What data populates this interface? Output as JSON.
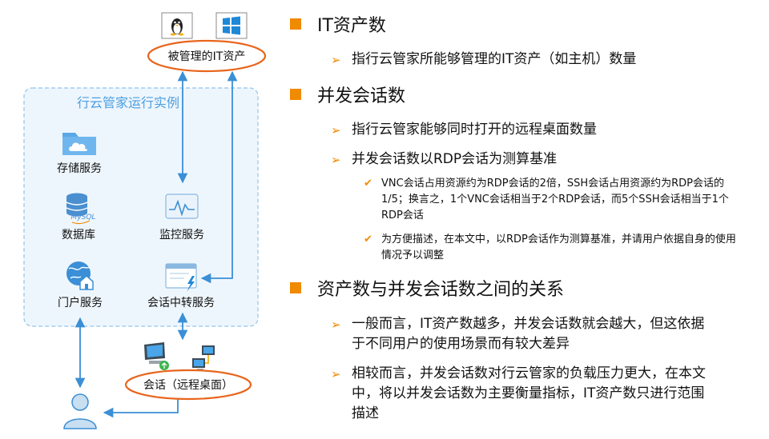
{
  "diagram": {
    "managed_assets_label": "被管理的IT资产",
    "instance_title": "行云管家运行实例",
    "storage_label": "存储服务",
    "database_label": "数据库",
    "mysql_badge": "MySQL",
    "monitor_label": "监控服务",
    "portal_label": "门户服务",
    "relay_label": "会话中转服务",
    "session_label": "会话（远程桌面）",
    "os_icons": [
      "linux-icon",
      "windows-icon"
    ],
    "colors": {
      "accent": "#f08a00",
      "ellipse": "#e8651c",
      "blue": "#3a8fd6",
      "instance_bg": "#eef6fd",
      "instance_border": "#93c4ea",
      "instance_title": "#4b9fe0"
    }
  },
  "sections": [
    {
      "heading": "IT资产数",
      "bullets": [
        {
          "text": "指行云管家所能够管理的IT资产（如主机）数量",
          "subs": []
        }
      ]
    },
    {
      "heading": "并发会话数",
      "bullets": [
        {
          "text": "指行云管家能够同时打开的远程桌面数量",
          "subs": []
        },
        {
          "text": "并发会话数以RDP会话为测算基准",
          "subs": [
            "VNC会话占用资源约为RDP会话的2倍，SSH会话占用资源约为RDP会话的1/5；换言之，1个VNC会话相当于2个RDP会话，而5个SSH会话相当于1个RDP会话",
            "为方便描述，在本文中，以RDP会话作为测算基准，并请用户依据自身的使用情况予以调整"
          ]
        }
      ]
    },
    {
      "heading": "资产数与并发会话数之间的关系",
      "bullets": [
        {
          "text": "一般而言，IT资产数越多，并发会话数就会越大，但这依据于不同用户的使用场景而有较大差异",
          "subs": []
        },
        {
          "text": "相较而言，并发会话数对行云管家的负载压力更大，在本文中，将以并发会话数为主要衡量指标，IT资产数只进行范围描述",
          "subs": []
        }
      ]
    }
  ]
}
